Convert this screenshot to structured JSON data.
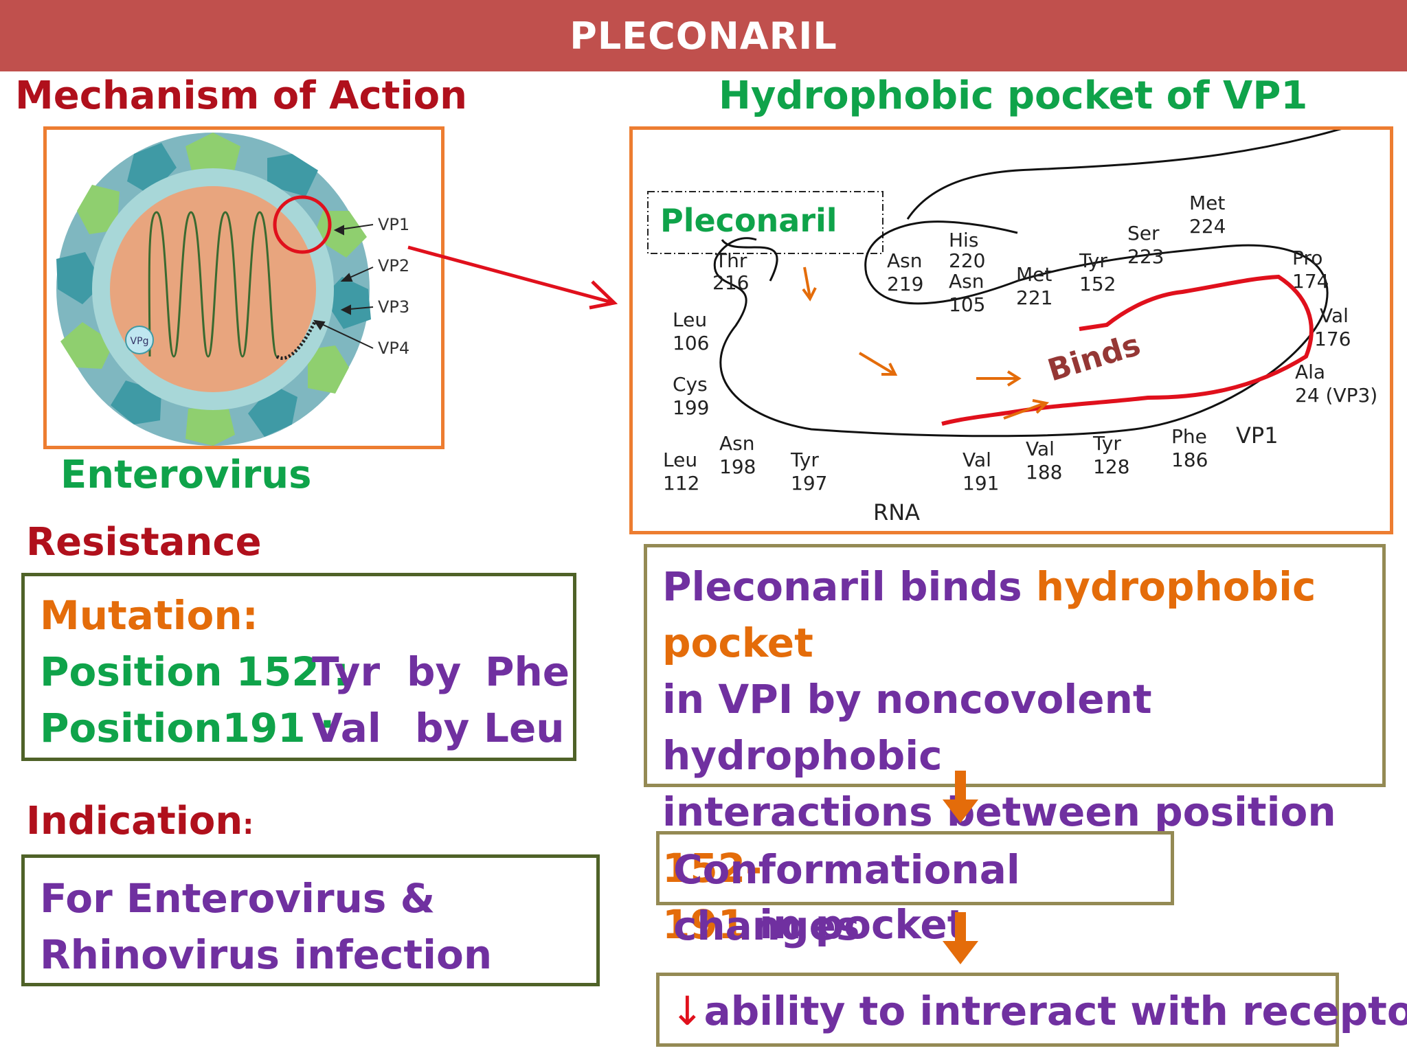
{
  "header": {
    "title": "PLECONARIL"
  },
  "left": {
    "mechanism_heading": "Mechanism of Action",
    "virus_diagram": {
      "labels": [
        "VP1",
        "VP2",
        "VP3",
        "VP4"
      ],
      "vpg_label": "VPg"
    },
    "virus_caption": "Enterovirus",
    "resistance_heading": "Resistance",
    "mutation": {
      "title": "Mutation:",
      "rows": [
        {
          "position": "Position 152 :",
          "from": "Tyr",
          "by": "by",
          "to": "Phe"
        },
        {
          "position": "Position191 :",
          "from": "Val",
          "by": "by",
          "to": "Leu"
        }
      ]
    },
    "indication_heading": "Indication",
    "indication_colon": ":",
    "indication_lines": [
      "For Enterovirus &",
      "Rhinovirus infection"
    ]
  },
  "right": {
    "pocket_heading": "Hydrophobic pocket of VP1",
    "pocket_diagram": {
      "drug_label": "Pleconaril",
      "binds_label": "Binds",
      "vp1_label": "VP1",
      "rna_label": "RNA",
      "residues": [
        {
          "name": "Thr",
          "num": "216"
        },
        {
          "name": "Leu",
          "num": "106"
        },
        {
          "name": "Cys",
          "num": "199"
        },
        {
          "name": "Leu",
          "num": "112"
        },
        {
          "name": "Asn",
          "num": "198"
        },
        {
          "name": "Tyr",
          "num": "197"
        },
        {
          "name": "Asn",
          "num": "219"
        },
        {
          "name": "His",
          "num": "220"
        },
        {
          "name": "Asn",
          "num": "105"
        },
        {
          "name": "Met",
          "num": "221"
        },
        {
          "name": "Tyr",
          "num": "152"
        },
        {
          "name": "Ser",
          "num": "223"
        },
        {
          "name": "Met",
          "num": "224"
        },
        {
          "name": "Pro",
          "num": "174"
        },
        {
          "name": "Val",
          "num": "176"
        },
        {
          "name": "Ala",
          "num": "24 (VP3)"
        },
        {
          "name": "Val",
          "num": "191"
        },
        {
          "name": "Val",
          "num": "188"
        },
        {
          "name": "Tyr",
          "num": "128"
        },
        {
          "name": "Phe",
          "num": "186"
        }
      ]
    },
    "binding_text": {
      "part1": "Pleconaril binds ",
      "part2": "hydrophobic pocket",
      "part3": "in VPI by noncovolent hydrophobic",
      "part4": "interactions between  position ",
      "part5": "152-",
      "part6": "191",
      "part7": " in pocket"
    },
    "step2": "Conformational changes",
    "step3_arrow": "↓",
    "step3": "ability to intreract with receptor"
  },
  "colors": {
    "title_bar": "#c0504d",
    "panel_border": "#ed7d31",
    "heading_red": "#b0101c",
    "heading_green": "#0fa34a",
    "text_purple": "#7030a0",
    "text_orange": "#e46c0a",
    "binding_line": "#e0101c"
  }
}
